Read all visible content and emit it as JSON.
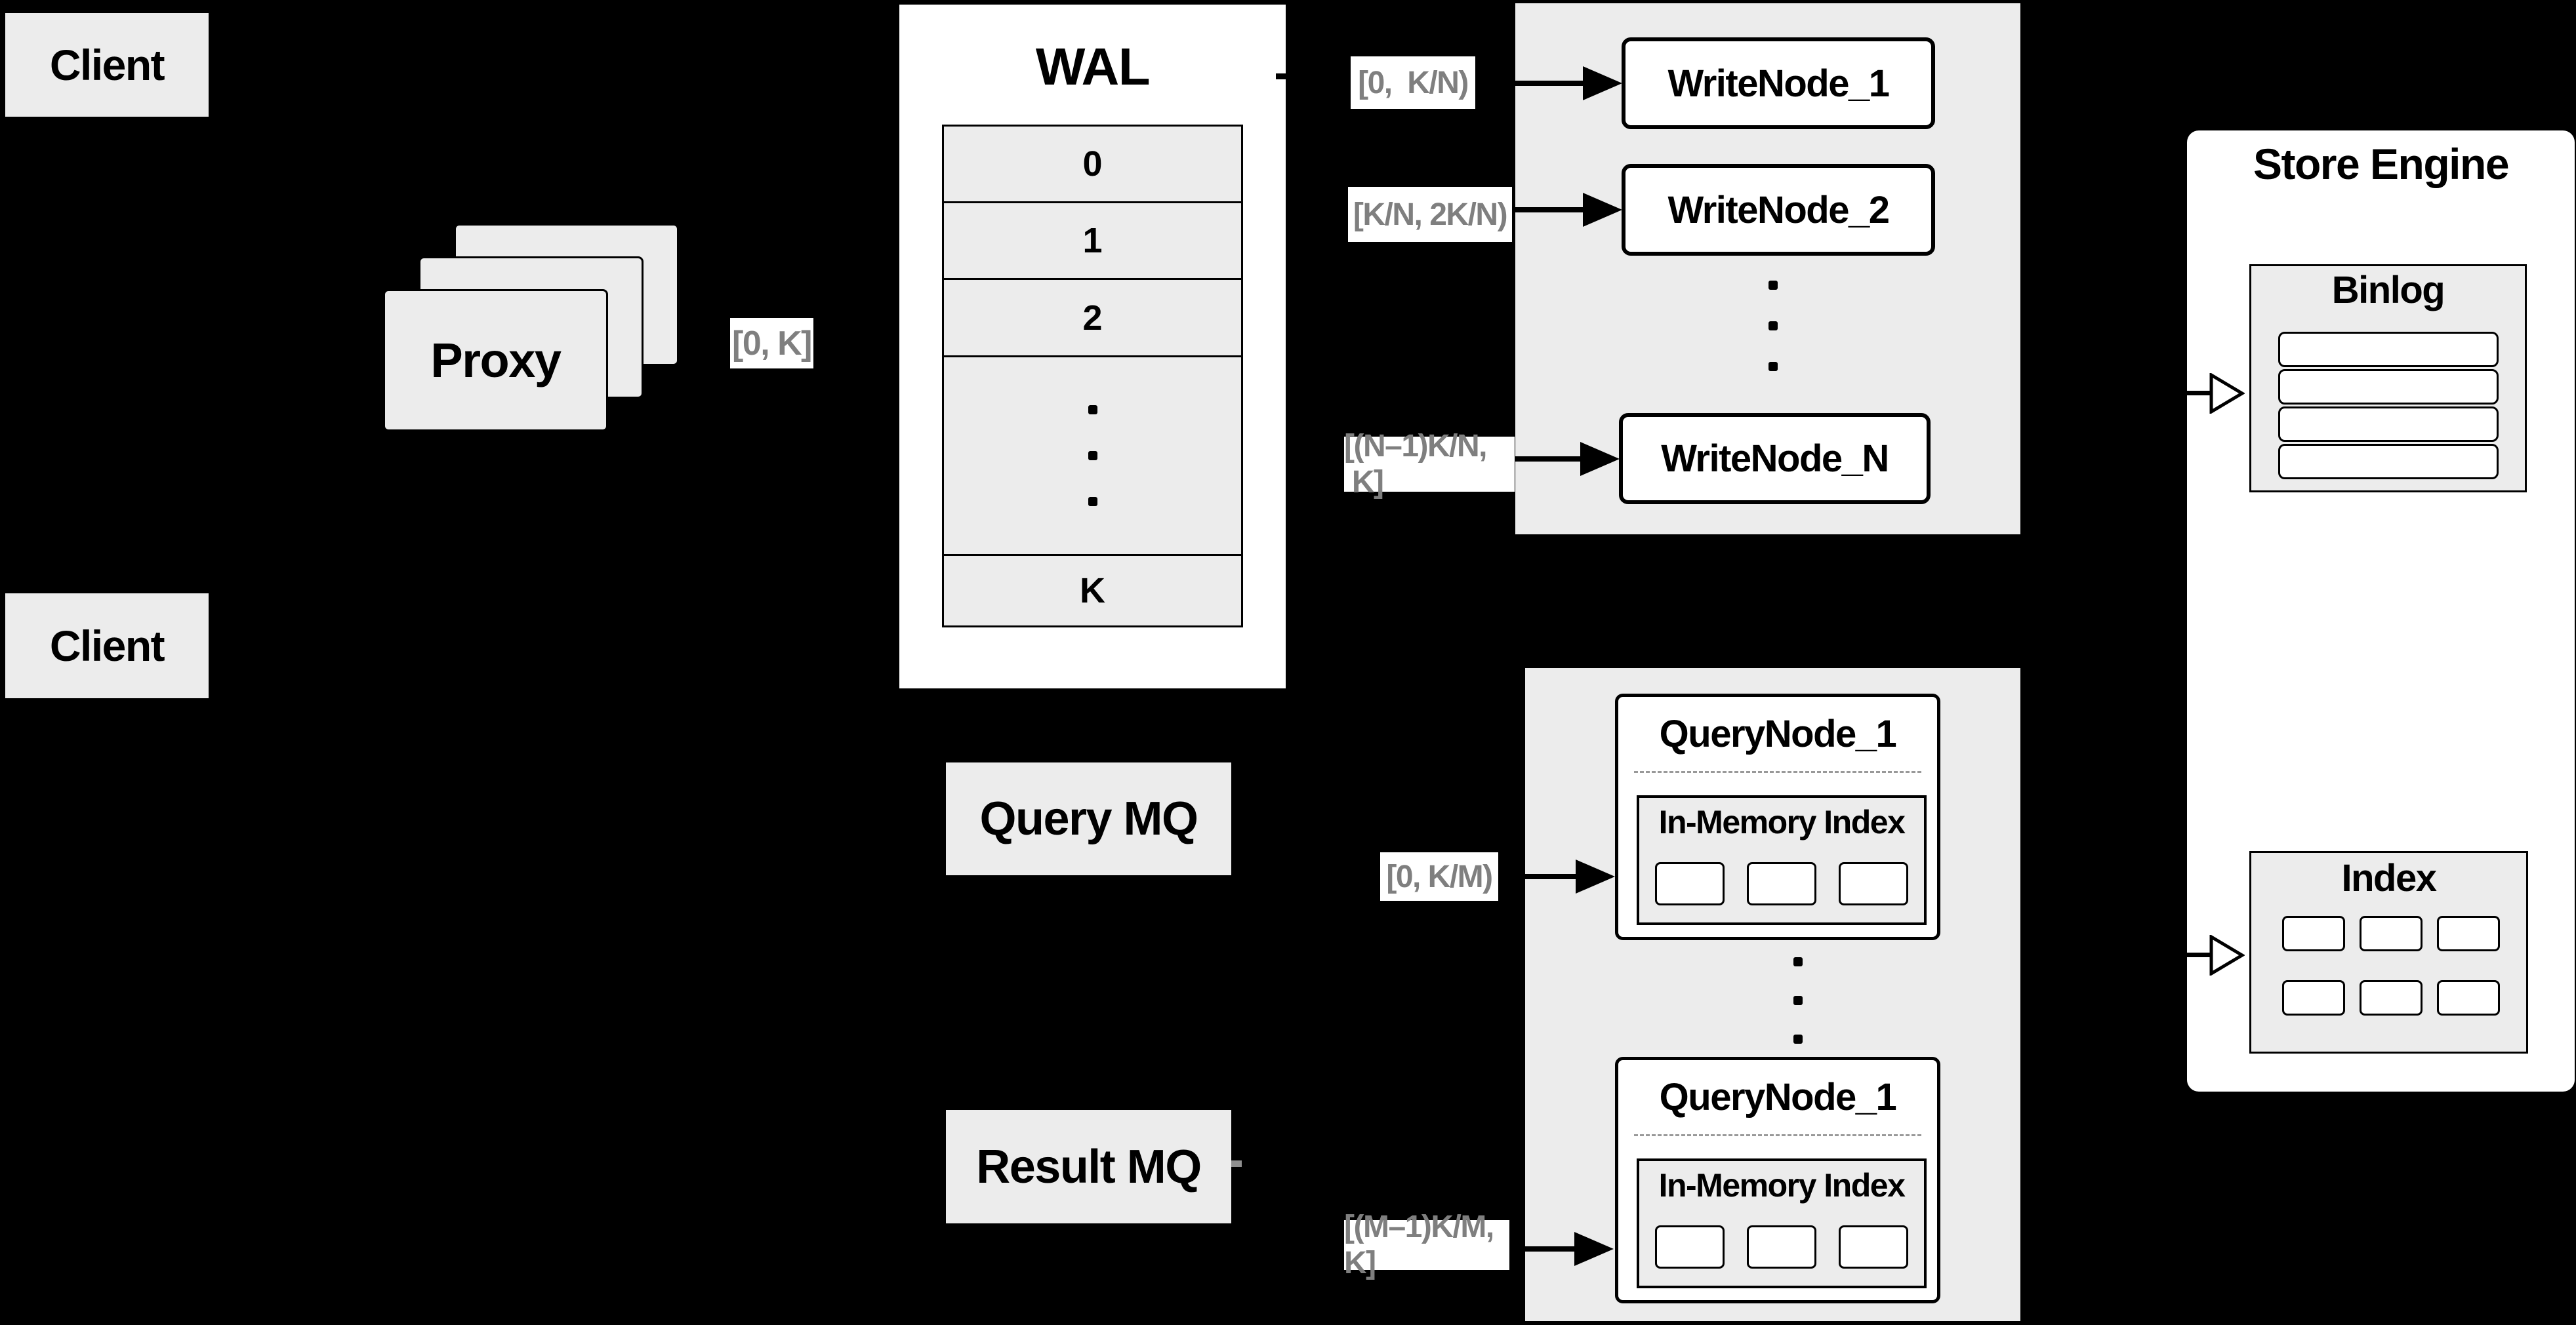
{
  "colors": {
    "background": "#000000",
    "panel_gray": "#ececec",
    "node_white": "#ffffff",
    "line_black": "#000000",
    "range_label_text": "#7f7f7f",
    "dashed_divider": "#999999"
  },
  "clients": {
    "top": "Client",
    "bottom": "Client"
  },
  "proxy": {
    "label": "Proxy"
  },
  "wal": {
    "title": "WAL",
    "segments": [
      "0",
      "1",
      "2",
      "K"
    ]
  },
  "flow_labels": {
    "proxy_out": "[0, K]",
    "write_1": "[0,  K/N)",
    "write_2": "[K/N, 2K/N)",
    "write_n": "[(N–1)K/N,  K]",
    "query_1": "[0, K/M)",
    "query_m": "[(M–1)K/M, K]"
  },
  "write_group": {
    "node_1": "WriteNode_1",
    "node_2": "WriteNode_2",
    "node_n": "WriteNode_N"
  },
  "mq": {
    "query": "Query MQ",
    "result": "Result MQ"
  },
  "query_group": {
    "node_top": {
      "title": "QueryNode_1",
      "index_label": "In-Memory Index"
    },
    "node_bottom": {
      "title": "QueryNode_1",
      "index_label": "In-Memory Index"
    }
  },
  "store_engine": {
    "title": "Store Engine",
    "binlog_title": "Binlog",
    "index_title": "Index"
  }
}
